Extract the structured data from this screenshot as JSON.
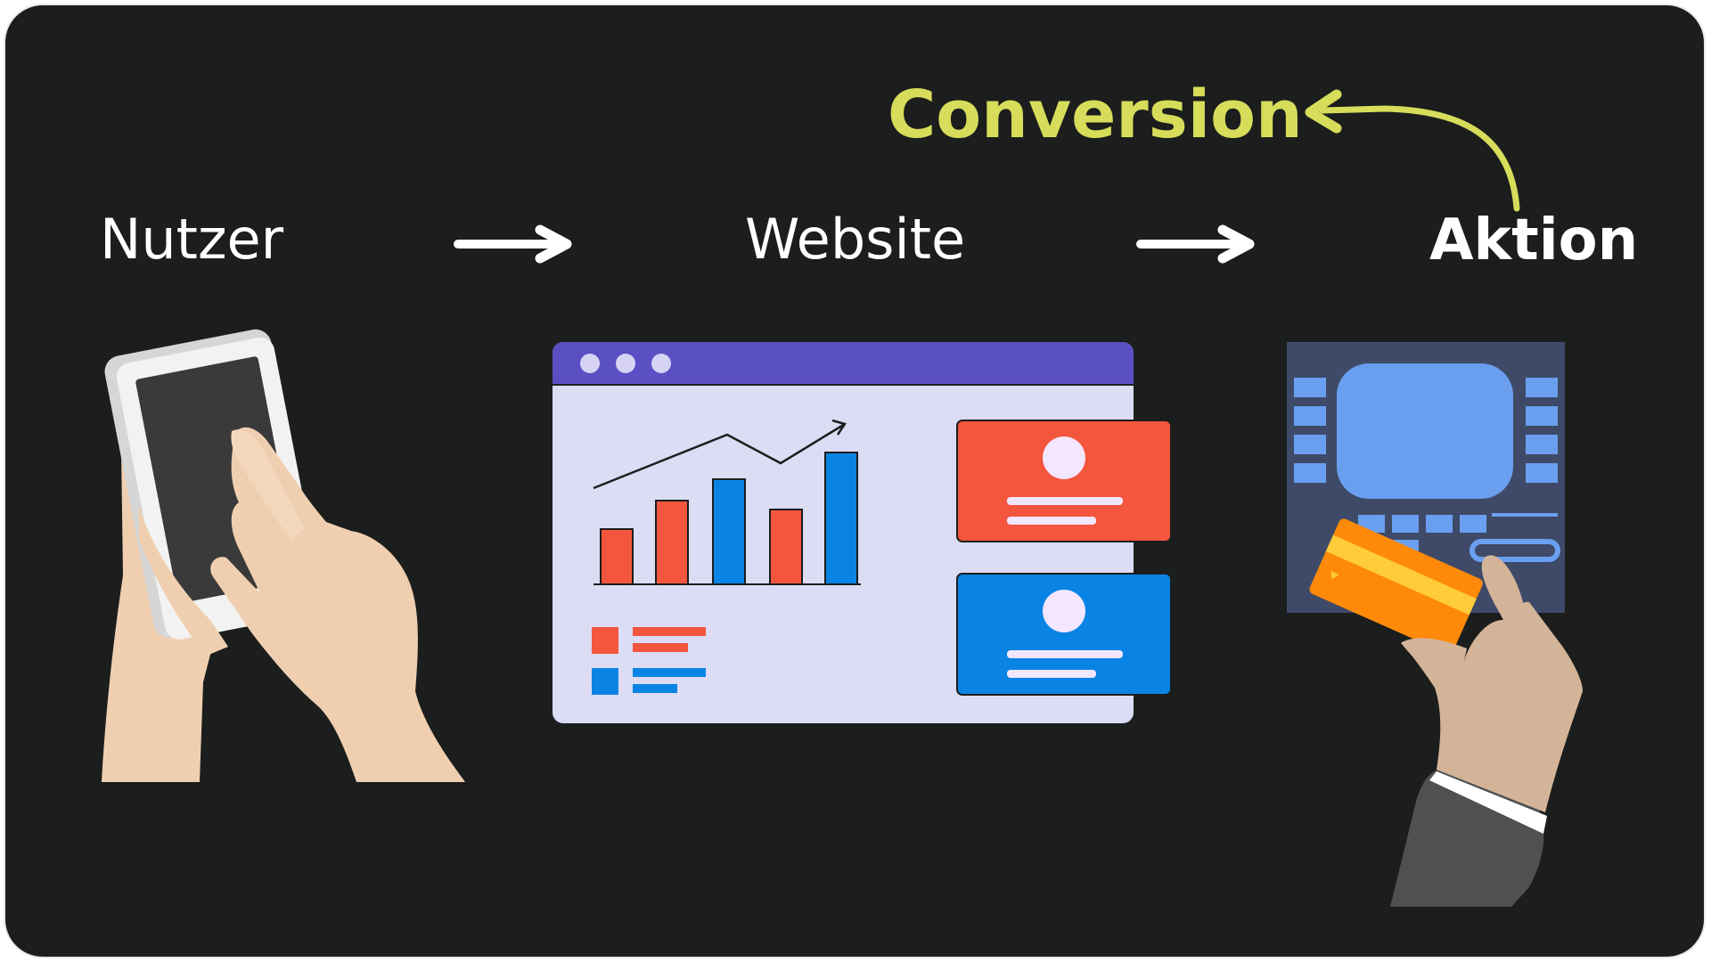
{
  "steps": {
    "user": "Nutzer",
    "website": "Website",
    "action": "Aktion"
  },
  "conversion": "Conversion",
  "colors": {
    "background": "#1b1e1d",
    "conversion": "#d7dc5a",
    "text": "#ffffff",
    "browser_bar": "#5b4fc4",
    "browser_body": "#dcdcf4",
    "red": "#f4553d",
    "blue": "#0a84e4",
    "atm": "#3e4a68",
    "atm_screen": "#6a9ff0",
    "card": "#ff8a0a",
    "skin": "#f0cfb0"
  },
  "icons": [
    "phone-in-hands-illustration",
    "browser-dashboard-illustration",
    "atm-card-payment-illustration",
    "arrow-right-icon",
    "curved-arrow-icon"
  ]
}
